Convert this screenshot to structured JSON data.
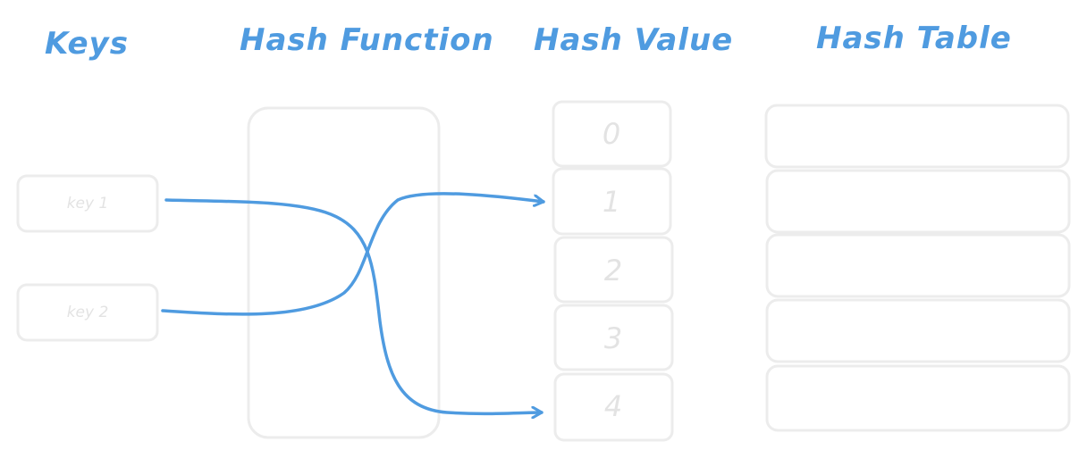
{
  "headings": {
    "keys": "Keys",
    "hash_function": "Hash Function",
    "hash_value": "Hash Value",
    "hash_table": "Hash Table"
  },
  "keys": [
    "key 1",
    "key 2"
  ],
  "hash_values": [
    "0",
    "1",
    "2",
    "3",
    "4"
  ],
  "hash_table_slots": 5,
  "mappings": [
    {
      "key": "key 1",
      "hash_value": "4"
    },
    {
      "key": "key 2",
      "hash_value": "1"
    }
  ],
  "colors": {
    "accent": "#4f9be0",
    "box_stroke": "#ececec",
    "box_text": "#e3e3e3"
  }
}
